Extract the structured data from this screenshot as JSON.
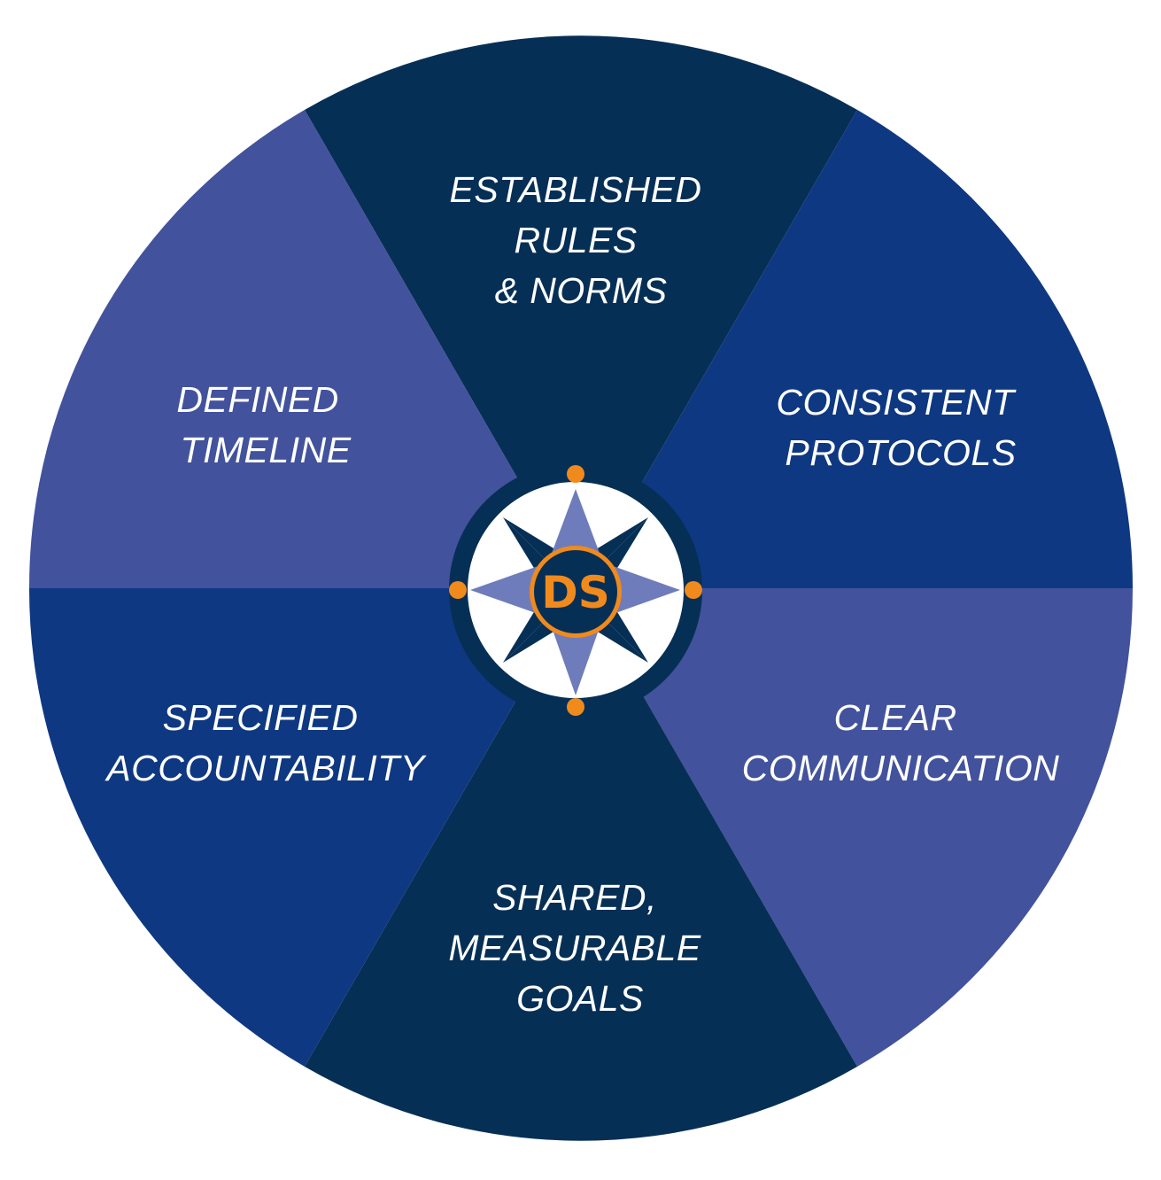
{
  "colors": {
    "dark_navy": "#062f56",
    "royal_blue": "#0f3882",
    "periwinkle": "#42529c",
    "compass_light": "#6f7cbb",
    "accent_orange": "#f08a1c",
    "white": "#ffffff"
  },
  "segments": [
    {
      "id": "top",
      "lines": [
        "ESTABLISHED",
        "RULES",
        "& NORMS"
      ],
      "color": "dark_navy"
    },
    {
      "id": "upper-right",
      "lines": [
        "CONSISTENT",
        "PROTOCOLS"
      ],
      "color": "royal_blue"
    },
    {
      "id": "lower-right",
      "lines": [
        "CLEAR",
        "COMMUNICATION"
      ],
      "color": "periwinkle"
    },
    {
      "id": "bottom",
      "lines": [
        "SHARED,",
        "MEASURABLE",
        "GOALS"
      ],
      "color": "dark_navy"
    },
    {
      "id": "lower-left",
      "lines": [
        "SPECIFIED",
        "ACCOUNTABILITY"
      ],
      "color": "royal_blue"
    },
    {
      "id": "upper-left",
      "lines": [
        "DEFINED",
        "TIMELINE"
      ],
      "color": "periwinkle"
    }
  ],
  "center_logo": {
    "text": "DS",
    "icon": "compass-rose-icon"
  }
}
